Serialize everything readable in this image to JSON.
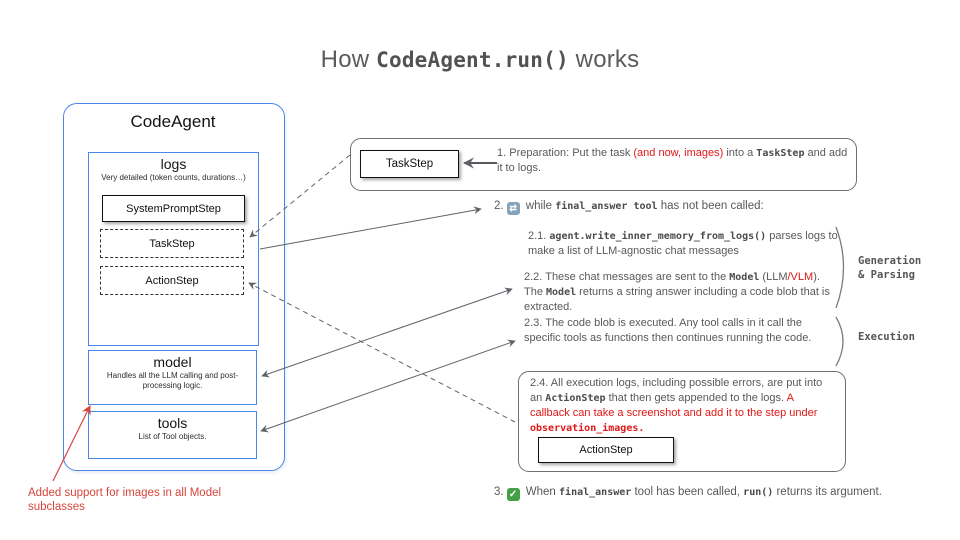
{
  "colors": {
    "accent_blue": "#4a86e8",
    "emphasis_red": "#e01616",
    "annotation_red": "#d5453c",
    "body_gray": "#58595b",
    "loop_icon_bg": "#85a4bc",
    "check_icon_bg": "#43a047"
  },
  "title": {
    "pre": "How ",
    "code": "CodeAgent.run()",
    "post": " works"
  },
  "agent": {
    "title": "CodeAgent",
    "logs_title": "logs",
    "logs_subtitle": "Very detailed (token counts, durations…)",
    "chip_system": "SystemPromptStep",
    "chip_task": "TaskStep",
    "chip_action": "ActionStep",
    "model_title": "model",
    "model_subtitle": "Handles all the LLM calling and post-processing logic.",
    "tools_title": "tools",
    "tools_subtitle": "List of Tool objects."
  },
  "annotation": "Added support for images in all Model subclasses",
  "step1": {
    "chip": "TaskStep",
    "num": "1.",
    "t1": "  Preparation: Put the task ",
    "red": "(and now, images)",
    "t2": " into a ",
    "code": "TaskStep",
    "t3": " and add it to logs."
  },
  "step2": {
    "num": "2.",
    "loop_glyph": "⇄",
    "t1": " while ",
    "code": "final_answer tool",
    "t2": " has not been called:"
  },
  "step21": {
    "num": "2.1. ",
    "code": "agent.write_inner_memory_from_logs()",
    "t1": " parses logs to make a list of LLM-agnostic chat messages"
  },
  "step22": {
    "num": "2.2. ",
    "t1": "These chat messages are sent to the ",
    "code1": "Model",
    "t2": " (LLM",
    "red": "/VLM",
    "t3": "). The ",
    "code2": "Model",
    "t4": "  returns a string answer including a code blob that is extracted."
  },
  "labels": {
    "gen1": "Generation",
    "gen2": "& Parsing",
    "exec": "Execution"
  },
  "step23": {
    "num": "2.3. ",
    "t1": "The code blob is executed. Any tool calls in it call the specific tools as functions then continues running the code."
  },
  "step24": {
    "num": "2.4. ",
    "t1": "All execution logs, including possible errors, are put into an ",
    "code1": "ActionStep",
    "t2": " that then gets appended to the logs. ",
    "red1": "A callback can  take a screenshot and add it to the step under ",
    "red_code": "observation_images.",
    "chip": "ActionStep"
  },
  "step3": {
    "num": "3.",
    "check_glyph": "✓",
    "t1": " When ",
    "code1": "final_answer",
    "t2": " tool has been called, ",
    "code2": "run()",
    "t3": " returns its argument."
  }
}
